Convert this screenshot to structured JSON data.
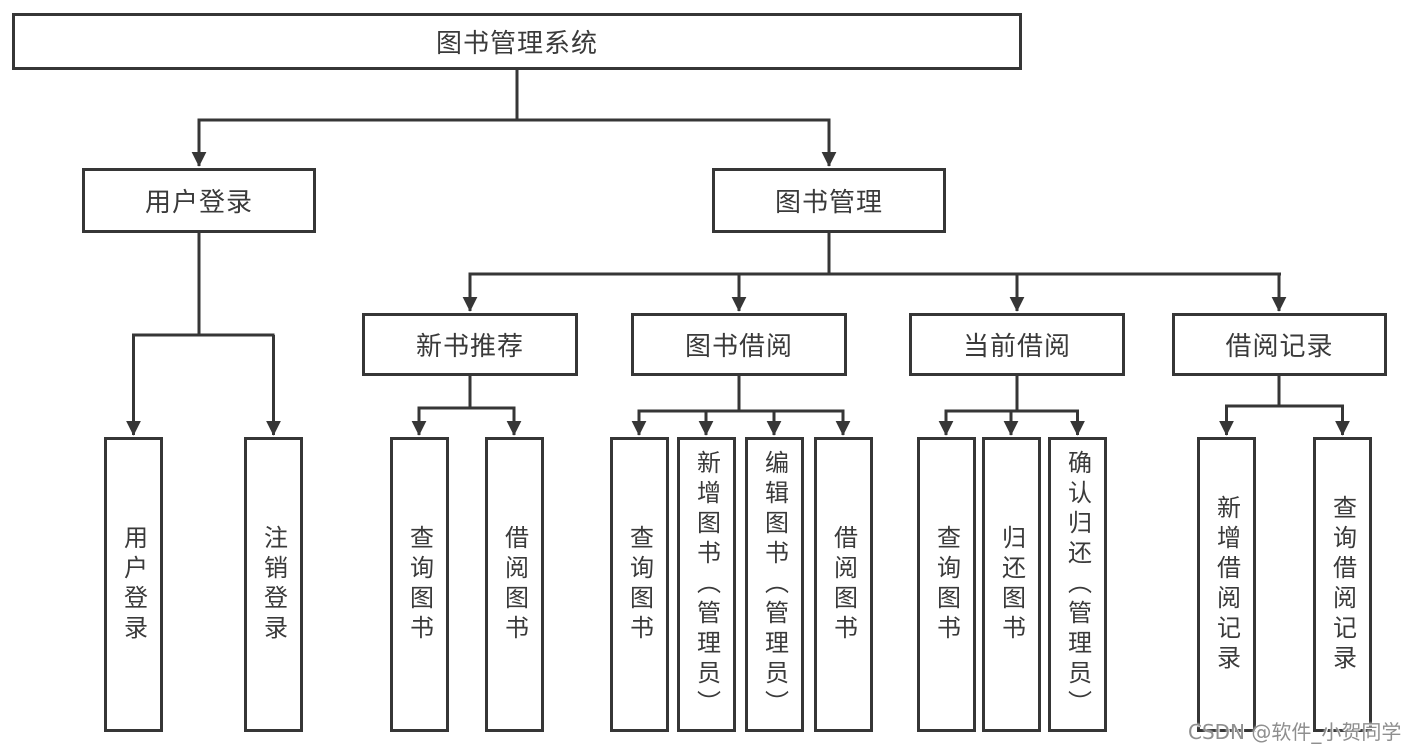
{
  "diagram": {
    "root": "图书管理系统",
    "level2": [
      "用户登录",
      "图书管理"
    ],
    "level3": [
      "新书推荐",
      "图书借阅",
      "当前借阅",
      "借阅记录"
    ],
    "leaves": [
      "用户登录",
      "注销登录",
      "查询图书",
      "借阅图书",
      "查询图书",
      "新增图书（管理员）",
      "编辑图书（管理员）",
      "借阅图书",
      "查询图书",
      "归还图书",
      "确认归还（管理员）",
      "新增借阅记录",
      "查询借阅记录"
    ]
  },
  "colors": {
    "line": "#363636",
    "box_border": "#363636",
    "box_background": "#ffffff",
    "text": "#3a3a3a",
    "watermark": "#8f8f8f"
  },
  "watermark": {
    "text": "CSDN @软件_小贺同学"
  }
}
